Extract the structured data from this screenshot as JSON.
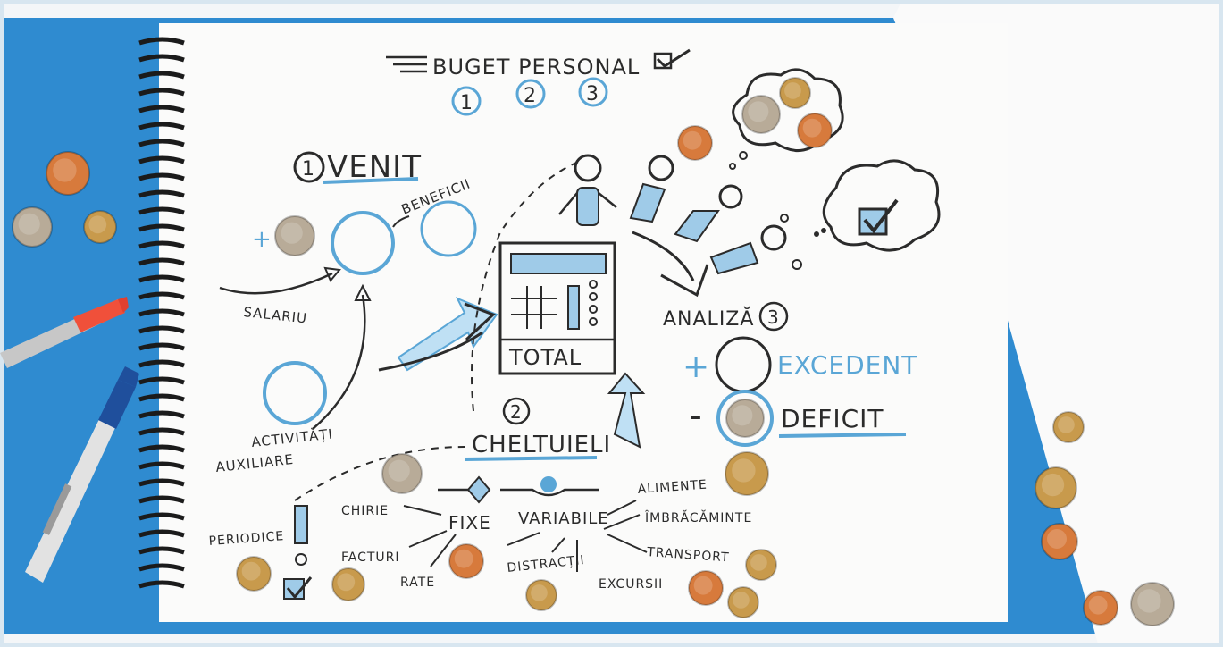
{
  "image": {
    "subject": "whiteboard-sketch-personal-budget",
    "colors": {
      "table_blue": "#2f8bd0",
      "paper": "#fbfbfa",
      "ink": "#2b2b2b",
      "accent_blue": "#5aa6d6",
      "coin_silver": "#b8ab98",
      "coin_copper": "#d77a3c",
      "coin_brass": "#c89a4c"
    }
  },
  "sketch": {
    "title": "BUGET PERSONAL",
    "steps": [
      "1",
      "2",
      "3"
    ],
    "venit": {
      "number": "1",
      "label": "VENIT"
    },
    "beneficii": "BENEFICII",
    "salariu": "SALARIU",
    "activitati": "ACTIVITĂȚI",
    "auxiliare": "AUXILIARE",
    "total": "TOTAL",
    "analiza": {
      "label": "ANALIZĂ",
      "number": "3"
    },
    "excedent": {
      "sign": "+",
      "label": "EXCEDENT"
    },
    "deficit": {
      "sign": "-",
      "label": "DEFICIT"
    },
    "cheltuieli": {
      "number": "2",
      "label": "CHELTUIELI"
    },
    "fixe": "FIXE",
    "variabile": "VARIABILE",
    "chirie": "CHIRIE",
    "facturi": "FACTURI",
    "rate": "RATE",
    "periodice": "PERIODICE",
    "alimente": "ALIMENTE",
    "imbracaminte": "ÎMBRĂCĂMINTE",
    "transport": "TRANSPORT",
    "distractii": "DISTRACȚII",
    "excursii": "EXCURSII",
    "plus": "+"
  }
}
